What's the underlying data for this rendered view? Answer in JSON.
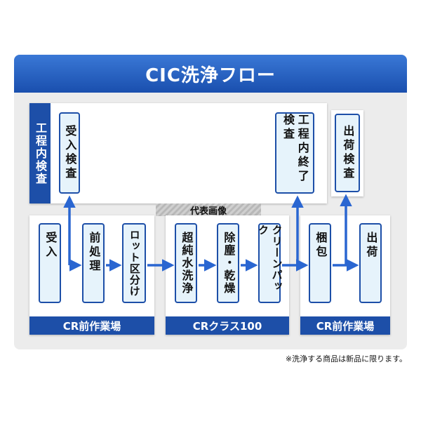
{
  "title": "CIC洗浄フロー",
  "inspection_zone": {
    "label": "工程内検査",
    "boxes": [
      "受入検査",
      "工程内終了検査"
    ]
  },
  "shipping_inspection": "出荷検査",
  "representative_image_label": "代表画像",
  "zones": [
    {
      "label": "CR前作業場",
      "steps": [
        "受入",
        "前処理",
        "ロット区分け"
      ]
    },
    {
      "label": "CRクラス100",
      "steps": [
        "超純水洗浄",
        "除塵・乾燥",
        "クリーンパック"
      ]
    },
    {
      "label": "CR前作業場",
      "steps": [
        "梱包",
        "出荷"
      ]
    }
  ],
  "note": "※洗浄する商品は新品に限ります。",
  "colors": {
    "primary": "#1d4fa8",
    "box_fill": "#e6f3fb",
    "arrow": "#2a66d1"
  }
}
